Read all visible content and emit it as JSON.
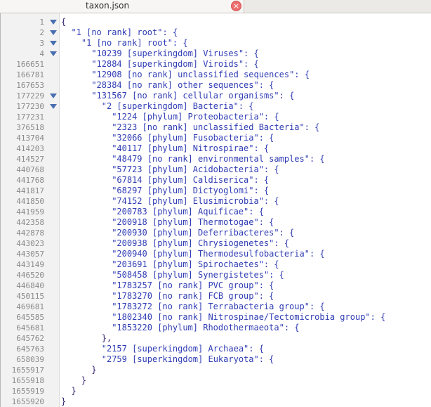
{
  "tab": {
    "title": "taxon.json",
    "close_glyph": "×"
  },
  "lines": [
    {
      "ln": "1",
      "indent": 0,
      "text": "{",
      "fold": true
    },
    {
      "ln": "2",
      "indent": 2,
      "text": "\"1 [no rank] root\": {",
      "fold": true
    },
    {
      "ln": "3",
      "indent": 4,
      "text": "\"1 [no rank] root\": {",
      "fold": true
    },
    {
      "ln": "4",
      "indent": 6,
      "text": "\"10239 [superkingdom] Viruses\": {",
      "fold": true
    },
    {
      "ln": "166651",
      "indent": 6,
      "text": "\"12884 [superkingdom] Viroids\": {",
      "fold": false
    },
    {
      "ln": "166781",
      "indent": 6,
      "text": "\"12908 [no rank] unclassified sequences\": {",
      "fold": false
    },
    {
      "ln": "167653",
      "indent": 6,
      "text": "\"28384 [no rank] other sequences\": {",
      "fold": false
    },
    {
      "ln": "177229",
      "indent": 6,
      "text": "\"131567 [no rank] cellular organisms\": {",
      "fold": true
    },
    {
      "ln": "177230",
      "indent": 8,
      "text": "\"2 [superkingdom] Bacteria\": {",
      "fold": true
    },
    {
      "ln": "177231",
      "indent": 10,
      "text": "\"1224 [phylum] Proteobacteria\": {",
      "fold": false
    },
    {
      "ln": "376518",
      "indent": 10,
      "text": "\"2323 [no rank] unclassified Bacteria\": {",
      "fold": false
    },
    {
      "ln": "413704",
      "indent": 10,
      "text": "\"32066 [phylum] Fusobacteria\": {",
      "fold": false
    },
    {
      "ln": "414203",
      "indent": 10,
      "text": "\"40117 [phylum] Nitrospirae\": {",
      "fold": false
    },
    {
      "ln": "414527",
      "indent": 10,
      "text": "\"48479 [no rank] environmental samples\": {",
      "fold": false
    },
    {
      "ln": "440768",
      "indent": 10,
      "text": "\"57723 [phylum] Acidobacteria\": {",
      "fold": false
    },
    {
      "ln": "441768",
      "indent": 10,
      "text": "\"67814 [phylum] Caldiserica\": {",
      "fold": false
    },
    {
      "ln": "441817",
      "indent": 10,
      "text": "\"68297 [phylum] Dictyoglomi\": {",
      "fold": false
    },
    {
      "ln": "441850",
      "indent": 10,
      "text": "\"74152 [phylum] Elusimicrobia\": {",
      "fold": false
    },
    {
      "ln": "441959",
      "indent": 10,
      "text": "\"200783 [phylum] Aquificae\": {",
      "fold": false
    },
    {
      "ln": "442358",
      "indent": 10,
      "text": "\"200918 [phylum] Thermotogae\": {",
      "fold": false
    },
    {
      "ln": "442878",
      "indent": 10,
      "text": "\"200930 [phylum] Deferribacteres\": {",
      "fold": false
    },
    {
      "ln": "443023",
      "indent": 10,
      "text": "\"200938 [phylum] Chrysiogenetes\": {",
      "fold": false
    },
    {
      "ln": "443057",
      "indent": 10,
      "text": "\"200940 [phylum] Thermodesulfobacteria\": {",
      "fold": false
    },
    {
      "ln": "443149",
      "indent": 10,
      "text": "\"203691 [phylum] Spirochaetes\": {",
      "fold": false
    },
    {
      "ln": "446520",
      "indent": 10,
      "text": "\"508458 [phylum] Synergistetes\": {",
      "fold": false
    },
    {
      "ln": "446840",
      "indent": 10,
      "text": "\"1783257 [no rank] PVC group\": {",
      "fold": false
    },
    {
      "ln": "450115",
      "indent": 10,
      "text": "\"1783270 [no rank] FCB group\": {",
      "fold": false
    },
    {
      "ln": "469681",
      "indent": 10,
      "text": "\"1783272 [no rank] Terrabacteria group\": {",
      "fold": false
    },
    {
      "ln": "645585",
      "indent": 10,
      "text": "\"1802340 [no rank] Nitrospinae/Tectomicrobia group\": {",
      "fold": false
    },
    {
      "ln": "645681",
      "indent": 10,
      "text": "\"1853220 [phylum] Rhodothermaeota\": {",
      "fold": false
    },
    {
      "ln": "645762",
      "indent": 8,
      "text": "},",
      "fold": false
    },
    {
      "ln": "645763",
      "indent": 8,
      "text": "\"2157 [superkingdom] Archaea\": {",
      "fold": false
    },
    {
      "ln": "658039",
      "indent": 8,
      "text": "\"2759 [superkingdom] Eukaryota\": {",
      "fold": false
    },
    {
      "ln": "1655917",
      "indent": 6,
      "text": "}",
      "fold": false
    },
    {
      "ln": "1655918",
      "indent": 4,
      "text": "}",
      "fold": false
    },
    {
      "ln": "1655919",
      "indent": 2,
      "text": "}",
      "fold": false
    },
    {
      "ln": "1655920",
      "indent": 0,
      "text": "}",
      "fold": false
    }
  ],
  "colors": {
    "string": "#2f3cb3",
    "brace": "#36236e",
    "line_number": "#8a8a8a",
    "fold_marker": "#4a6fb0",
    "tab_close": "#ec6f6f"
  }
}
